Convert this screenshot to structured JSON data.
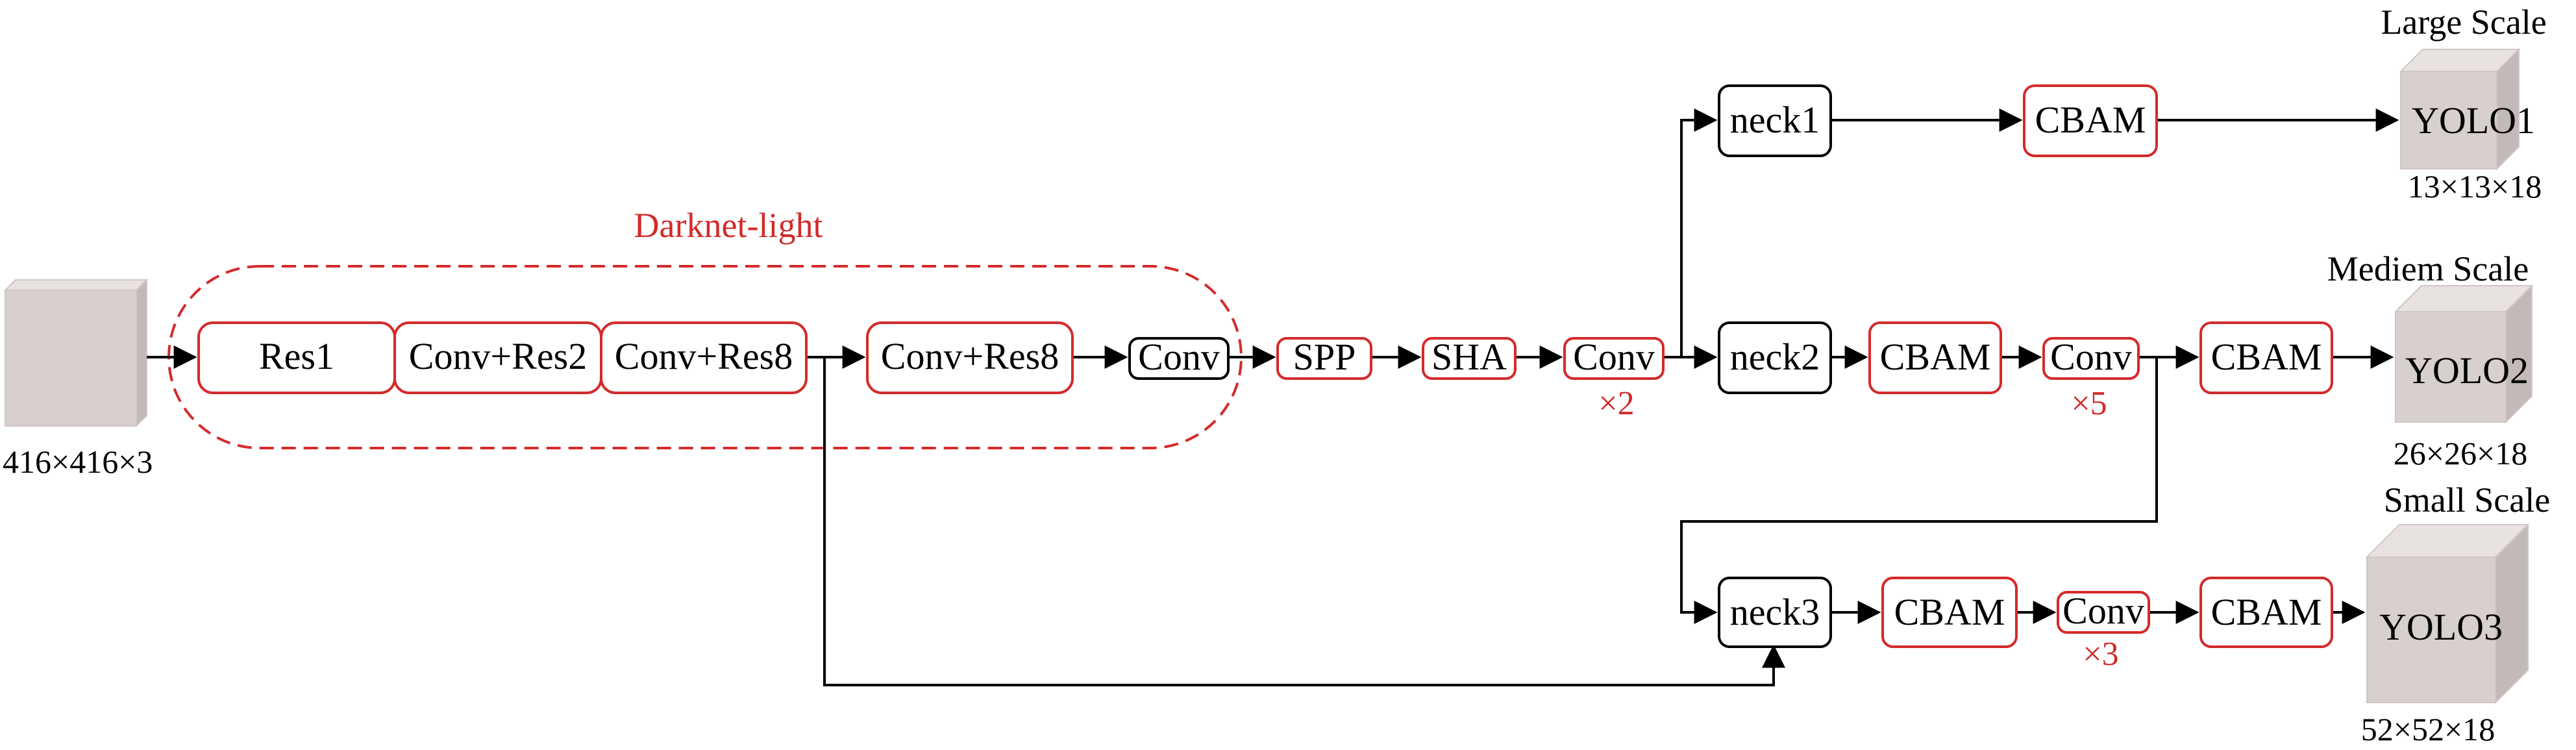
{
  "input": {
    "dims": "416×416×3"
  },
  "group": {
    "label": "Darknet-light"
  },
  "modules": {
    "res1": "Res1",
    "conv_res2": "Conv+Res2",
    "conv_res8_a": "Conv+Res8",
    "conv_res8_b": "Conv+Res8",
    "conv": "Conv",
    "spp": "SPP",
    "sha": "SHA",
    "conv_x2": "Conv",
    "neck1": "neck1",
    "neck2": "neck2",
    "neck3": "neck3",
    "cbam_top": "CBAM",
    "cbam_mid1": "CBAM",
    "conv_x5": "Conv",
    "cbam_mid2": "CBAM",
    "cbam_bot1": "CBAM",
    "conv_x3": "Conv",
    "cbam_bot2": "CBAM"
  },
  "repeats": {
    "x2": "×2",
    "x5": "×5",
    "x3": "×3"
  },
  "outputs": {
    "large": {
      "scale": "Large Scale",
      "head": "YOLO1",
      "dims": "13×13×18"
    },
    "medium": {
      "scale": "Mediem Scale",
      "head": "YOLO2",
      "dims": "26×26×18"
    },
    "small": {
      "scale": "Small Scale",
      "head": "YOLO3",
      "dims": "52×52×18"
    }
  },
  "colors": {
    "accent": "#d42a2a",
    "line": "#000000",
    "cube_front": "#d8d0cf",
    "cube_top": "#e8e2e1",
    "cube_side": "#c3b9b8"
  }
}
